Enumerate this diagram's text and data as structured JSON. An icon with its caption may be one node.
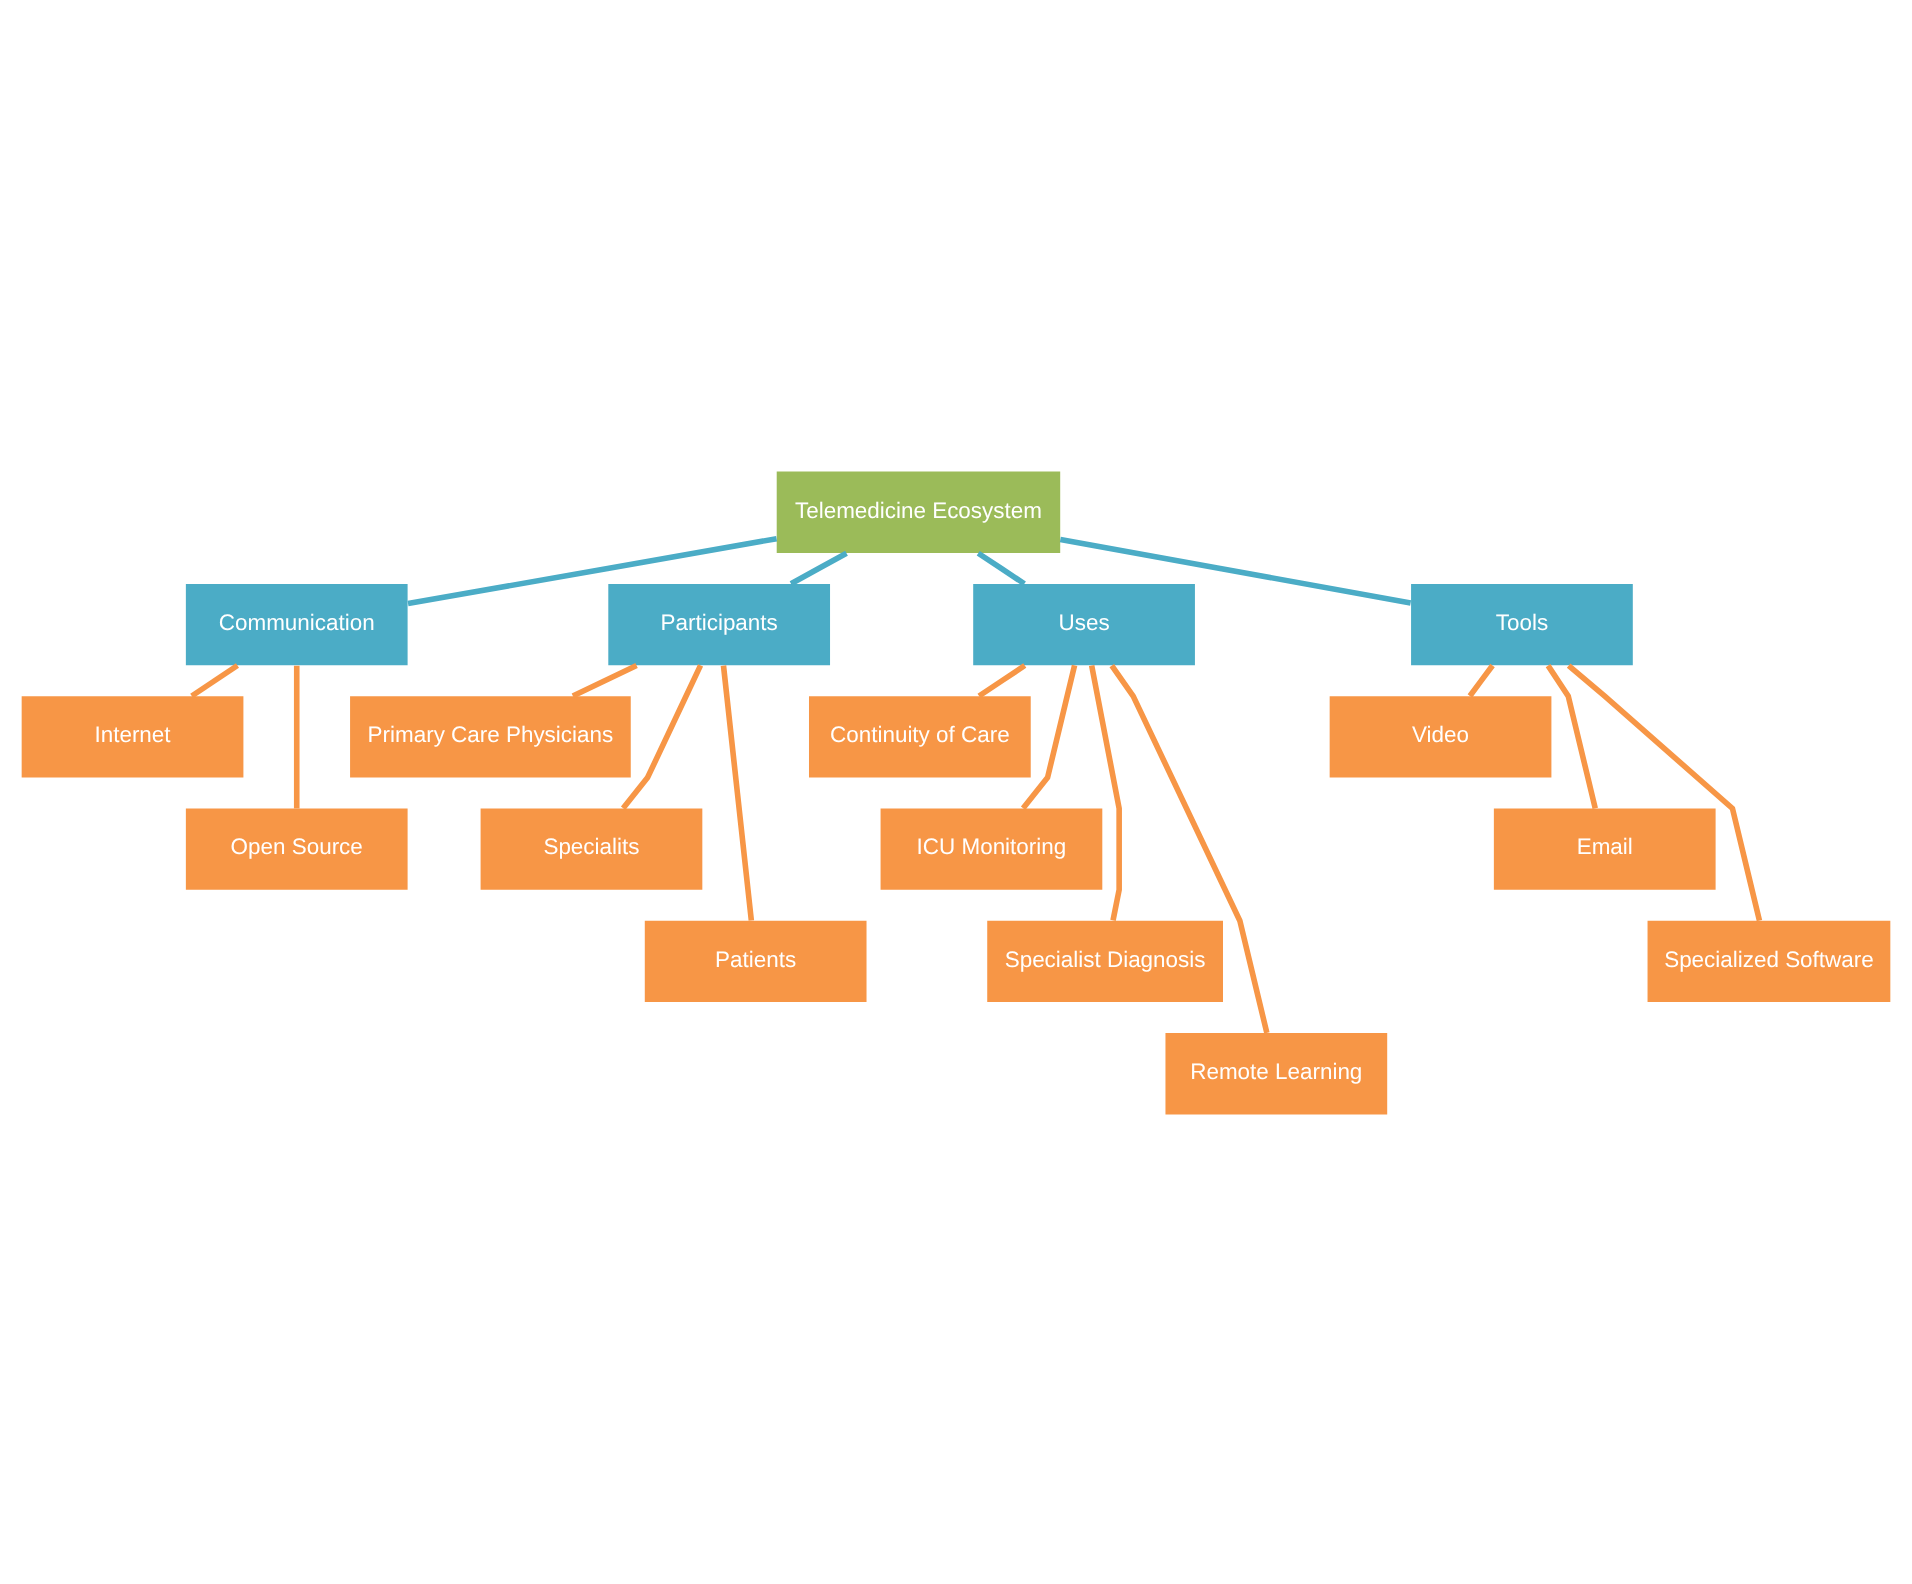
{
  "diagram": {
    "nodes": [
      {
        "text": [
          "Telemedicine Ecosystem"
        ]
      },
      {
        "text": [
          "Communication"
        ]
      },
      {
        "text": [
          "Participants"
        ]
      },
      {
        "text": [
          "Uses"
        ]
      },
      {
        "text": [
          "Tools"
        ]
      },
      {
        "text": [
          "Internet"
        ]
      },
      {
        "text": [
          "Open Source"
        ]
      },
      {
        "text": [
          "Primary Care Physicians"
        ]
      },
      {
        "text": [
          "Specialits"
        ]
      },
      {
        "text": [
          "Patients"
        ]
      },
      {
        "text": [
          "Continuity of Care"
        ]
      },
      {
        "text": [
          "ICU Monitoring"
        ]
      },
      {
        "text": [
          "Specialist Diagnosis"
        ]
      },
      {
        "text": [
          "Remote Learning"
        ]
      },
      {
        "text": [
          "Video"
        ]
      },
      {
        "text": [
          "Email"
        ]
      },
      {
        "text": [
          "Specialized Software"
        ]
      }
    ],
    "edges": [
      {
        "from": 0,
        "to": 1,
        "arrow": "none",
        "color": "#4bacc6"
      },
      {
        "from": 0,
        "to": 2,
        "arrow": "none",
        "color": "#4bacc6"
      },
      {
        "from": 0,
        "to": 3,
        "arrow": "none",
        "color": "#4bacc6"
      },
      {
        "from": 0,
        "to": 4,
        "arrow": "none",
        "color": "#4bacc6"
      },
      {
        "from": 1,
        "to": 5,
        "arrow": "none"
      },
      {
        "from": 1,
        "to": 6,
        "arrow": "none"
      },
      {
        "from": 2,
        "to": 7,
        "arrow": "none"
      },
      {
        "from": 2,
        "to": 8,
        "arrow": "none"
      },
      {
        "from": 2,
        "to": 9,
        "arrow": "none"
      },
      {
        "from": 3,
        "to": 10,
        "arrow": "none"
      },
      {
        "from": 3,
        "to": 11,
        "arrow": "none"
      },
      {
        "from": 3,
        "to": 12,
        "arrow": "none"
      },
      {
        "from": 3,
        "to": 13,
        "arrow": "none"
      },
      {
        "from": 4,
        "to": 14,
        "arrow": "none"
      },
      {
        "from": 4,
        "to": 15,
        "arrow": "none"
      },
      {
        "from": 4,
        "to": 16,
        "arrow": "none"
      }
    ]
  }
}
